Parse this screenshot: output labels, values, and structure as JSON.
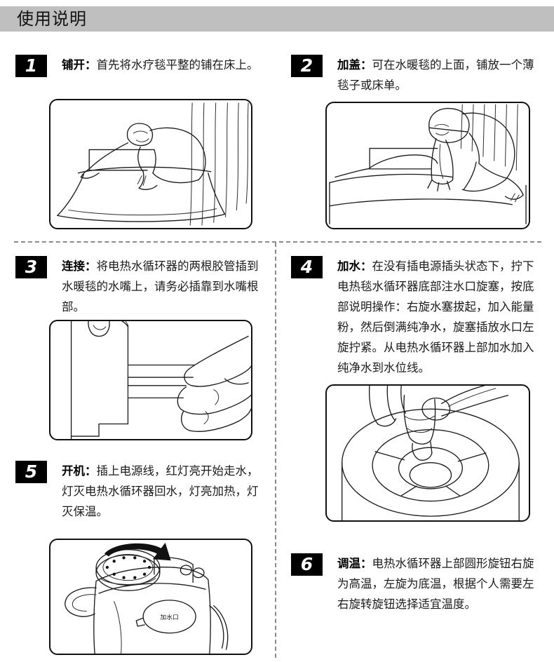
{
  "header": {
    "title": "使用说明"
  },
  "steps": [
    {
      "number": "1",
      "keyword": "铺开：",
      "body": "首先将水疗毯平整的铺在床上。",
      "figure_name": "figure-spread-blanket-on-bed"
    },
    {
      "number": "2",
      "keyword": "加盖：",
      "body": "可在水暖毯的上面，铺放一个薄毯子或床单。",
      "figure_name": "figure-cover-with-sheet"
    },
    {
      "number": "3",
      "keyword": "连接：",
      "body": "将电热水循环器的两根胶管插到水暖毯的水嘴上，请务必插靠到水嘴根部。",
      "figure_name": "figure-connect-hoses"
    },
    {
      "number": "4",
      "keyword": "加水：",
      "body": "在没有插电源插头状态下，拧下电热毯水循环器底部注水口旋塞，按底部说明操作：右旋水塞拔起，加入能量粉，然后倒满纯净水，旋塞插放水口左旋拧紧。从电热水循环器上部加水加入纯净水到水位线。",
      "figure_name": "figure-fill-water-port"
    },
    {
      "number": "5",
      "keyword": "开机：",
      "body": "插上电源线，红灯亮开始走水，灯灭电热水循环器回水，灯亮加热，灯灭保温。",
      "figure_name": "figure-power-on-knob"
    },
    {
      "number": "6",
      "keyword": "调温：",
      "body": "电热水循环器上部圆形旋钮右旋为高温，左旋为底温，根据个人需要左右旋转旋钮选择适宜温度。",
      "figure_name": "figure-temperature-knob"
    }
  ],
  "figure_labels": {
    "water_inlet": "加水口"
  },
  "colors": {
    "header_band": "#bfbfbf",
    "badge_background": "#000000",
    "badge_text": "#ffffff",
    "divider": "#8a8a8a",
    "line_art": "#1a1a1a",
    "page_background": "#ffffff"
  }
}
